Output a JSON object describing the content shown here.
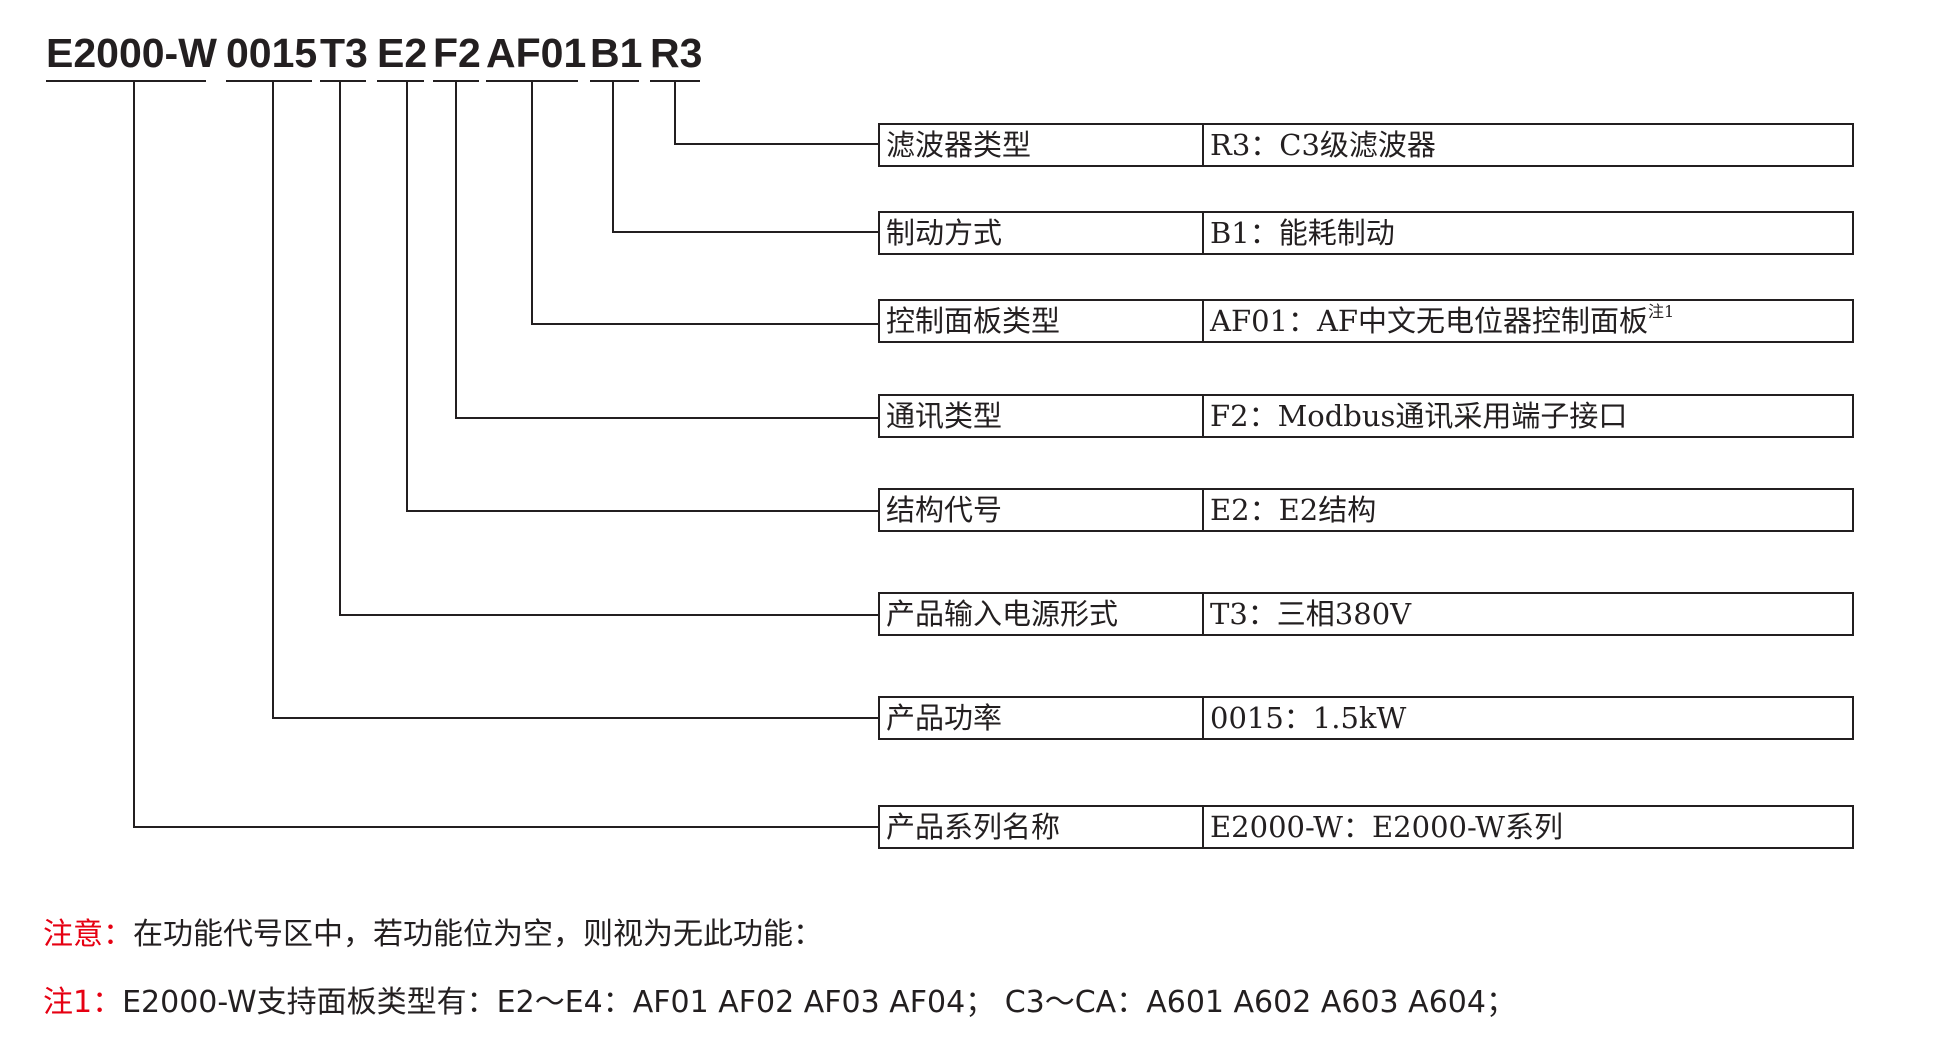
{
  "model_code": {
    "segments": [
      "E2000-W",
      "0015",
      "T3",
      "E2",
      "F2",
      "AF01",
      "B1",
      "R3"
    ]
  },
  "descriptions": [
    {
      "label": "滤波器类型",
      "value": "R3：C3级滤波器",
      "note": ""
    },
    {
      "label": "制动方式",
      "value": "B1：能耗制动",
      "note": ""
    },
    {
      "label": "控制面板类型",
      "value": "AF01：AF中文无电位器控制面板",
      "note": "注1"
    },
    {
      "label": "通讯类型",
      "value": "F2：Modbus通讯采用端子接口",
      "note": ""
    },
    {
      "label": "结构代号",
      "value": "E2：E2结构",
      "note": ""
    },
    {
      "label": "产品输入电源形式",
      "value": "T3：三相380V",
      "note": ""
    },
    {
      "label": "产品功率",
      "value": "0015：1.5kW",
      "note": ""
    },
    {
      "label": "产品系列名称",
      "value": "E2000-W：E2000-W系列",
      "note": ""
    }
  ],
  "notes": [
    {
      "prefix": "注意：",
      "text": "在功能代号区中，若功能位为空，则视为无此功能："
    },
    {
      "prefix": "注1：",
      "text": "E2000-W支持面板类型有：E2～E4：AF01 AF02 AF03 AF04；  C3～CA：A601 A602 A603 A604；"
    }
  ],
  "colors": {
    "text": "#231f20",
    "note_accent": "#e60012"
  }
}
